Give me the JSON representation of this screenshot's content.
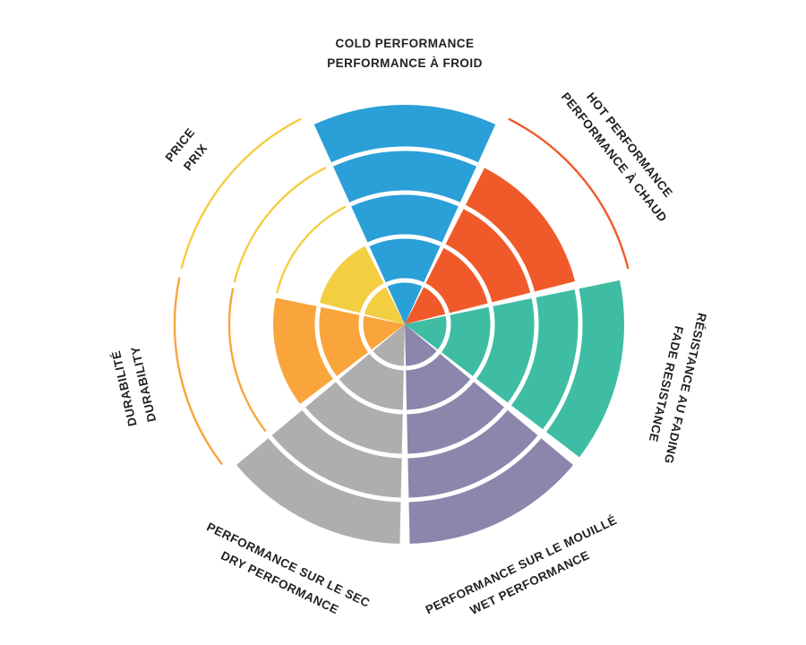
{
  "chart_data": {
    "type": "radial-sector",
    "max_value": 5,
    "start": "top",
    "direction": "clockwise",
    "grid": "white concentric ring separators inside filled sectors; remaining rings drawn as thin colored arcs",
    "categories": [
      {
        "id": "cold-performance",
        "line1": "COLD PERFORMANCE",
        "line2": "PERFORMANCE À FROID",
        "value": 5,
        "color": "#2B9FD7"
      },
      {
        "id": "hot-performance",
        "line1": "HOT PERFORMANCE",
        "line2": "PERFORMANCE À CHAUD",
        "value": 4,
        "color": "#F05A2B"
      },
      {
        "id": "fade-resistance",
        "line1": "RÉSISTANCE AU FADING",
        "line2": "FADE RESISTANCE",
        "value": 5,
        "color": "#3EBDA4"
      },
      {
        "id": "wet-performance",
        "line1": "PERFORMANCE SUR LE MOUILLÉ",
        "line2": "WET PERFORMANCE",
        "value": 5,
        "color": "#8C86AC"
      },
      {
        "id": "dry-performance",
        "line1": "PERFORMANCE SUR LE SEC",
        "line2": "DRY PERFORMANCE",
        "value": 5,
        "color": "#AEAEAF"
      },
      {
        "id": "durability",
        "line1": "DURABILITÉ",
        "line2": "DURABILITY",
        "value": 3,
        "color": "#F9A53C"
      },
      {
        "id": "price",
        "line1": "PRICE",
        "line2": "PRIX",
        "value": 2,
        "color": "#F3CE41"
      }
    ]
  }
}
